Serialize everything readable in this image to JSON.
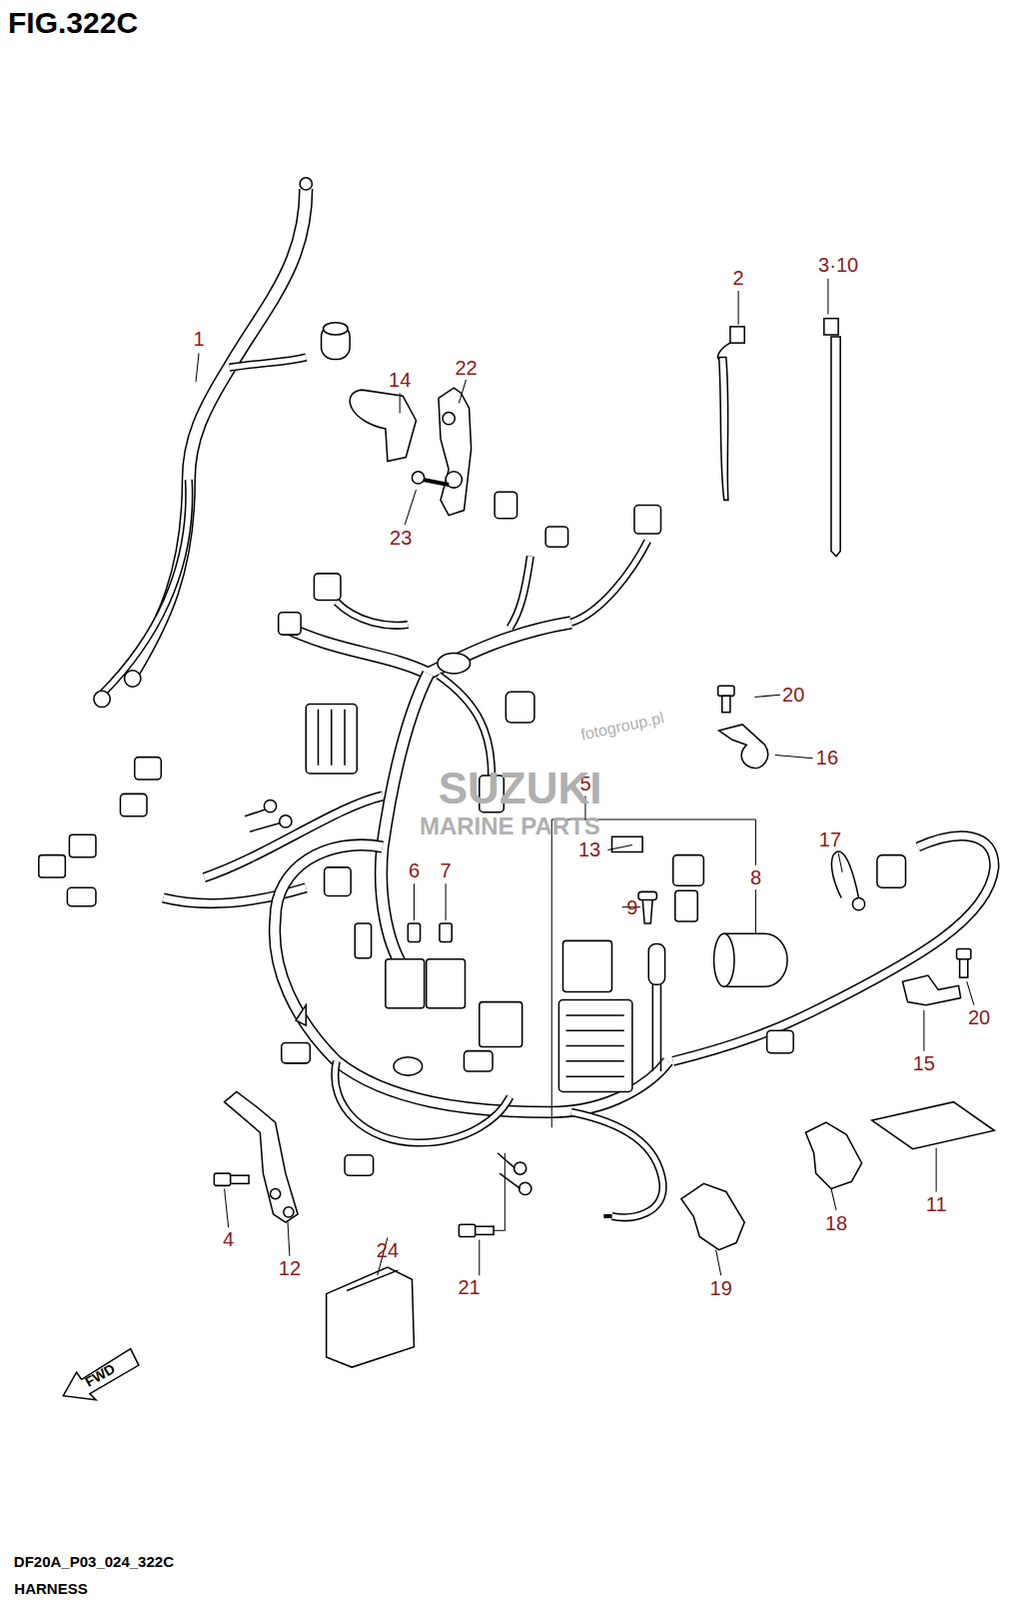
{
  "diagram": {
    "title": "FIG.322C",
    "labels": [
      "1",
      "2",
      "3·10",
      "14",
      "22",
      "23",
      "20",
      "16",
      "5",
      "13",
      "6",
      "7",
      "8",
      "9",
      "17",
      "20",
      "15",
      "4",
      "12",
      "21",
      "24",
      "19",
      "18",
      "11",
      "FWD",
      "SUZUKI",
      "MARINE PARTS",
      "fotogroup.pl",
      "DF20A_P03_024_322C",
      "HARNESS"
    ]
  }
}
